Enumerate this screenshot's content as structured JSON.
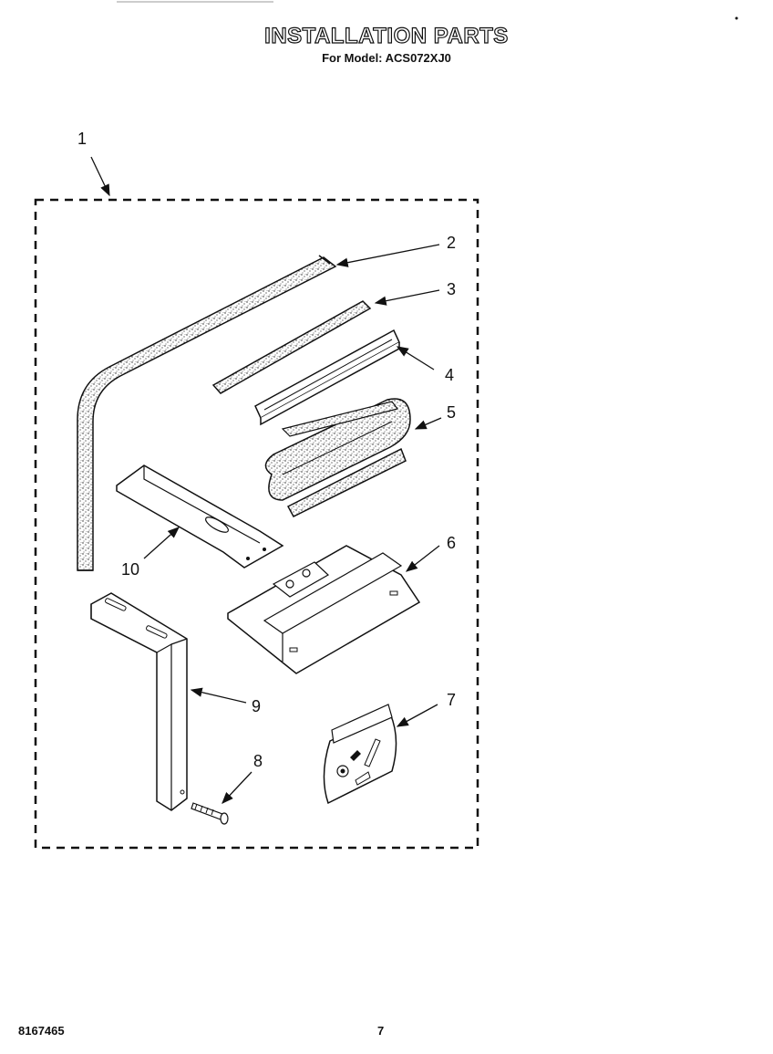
{
  "header": {
    "title": "INSTALLATION PARTS",
    "subtitle": "For Model: ACS072XJ0"
  },
  "footer": {
    "doc_number": "8167465",
    "page_number": "7"
  },
  "callouts": [
    "1",
    "2",
    "3",
    "4",
    "5",
    "6",
    "7",
    "8",
    "9",
    "10"
  ]
}
